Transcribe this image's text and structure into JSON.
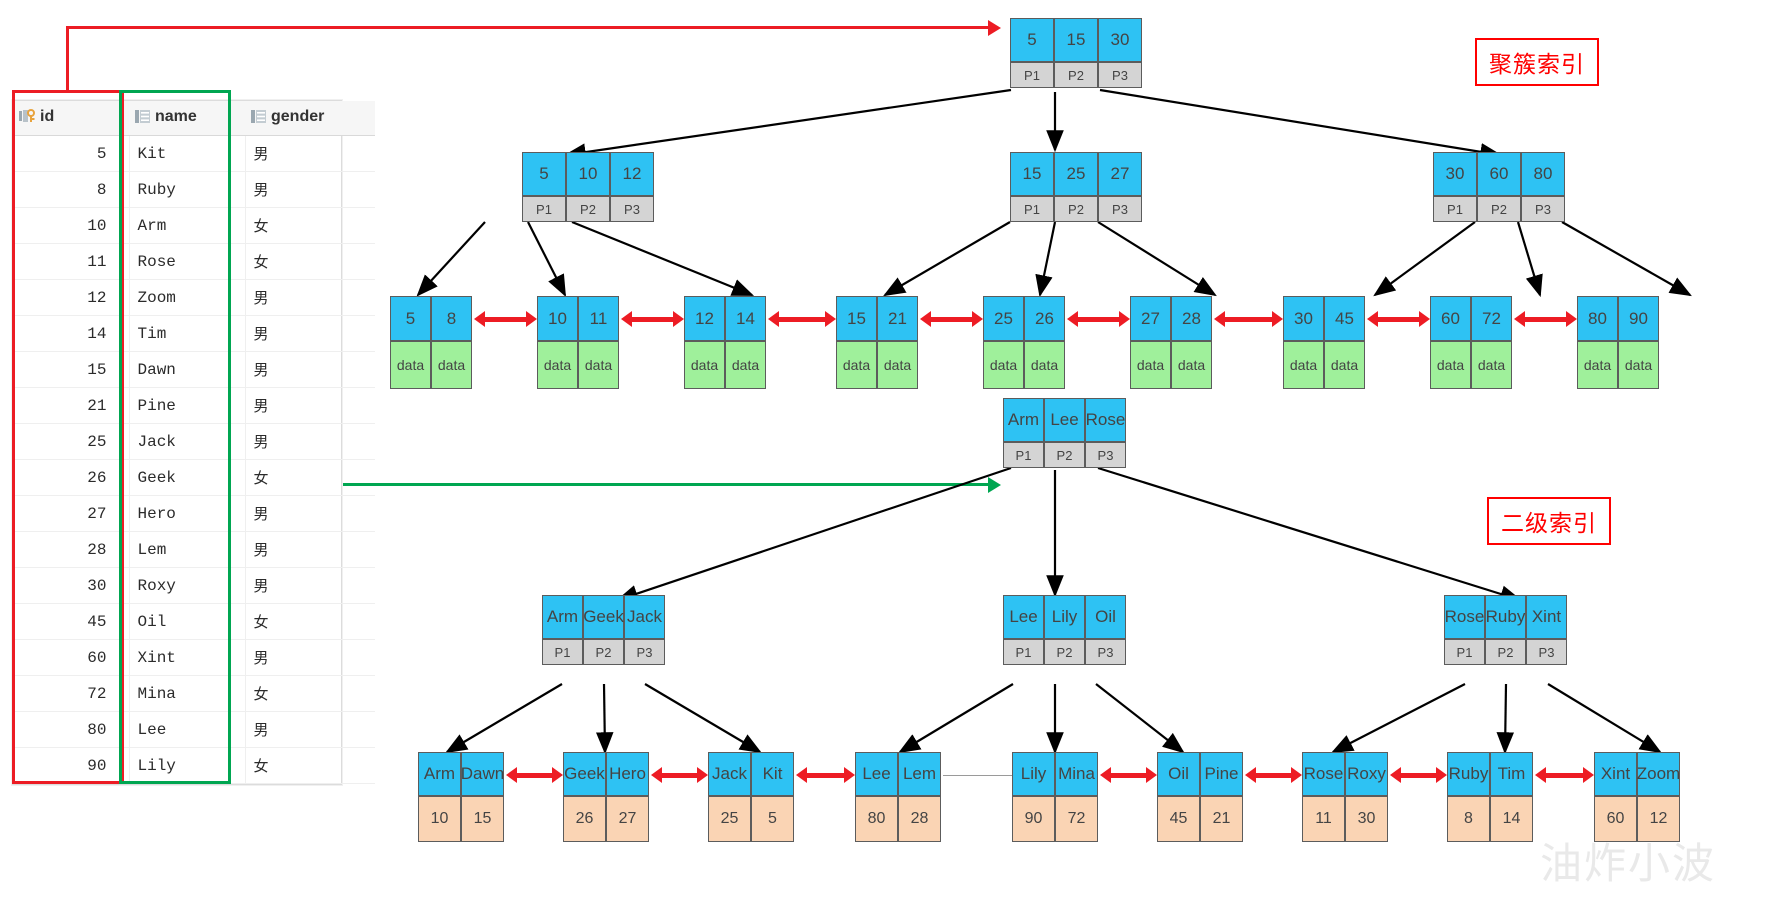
{
  "table": {
    "columns": [
      {
        "key": "id",
        "label": "id",
        "icon": "primary-key-icon"
      },
      {
        "key": "name",
        "label": "name",
        "icon": "column-icon"
      },
      {
        "key": "gender",
        "label": "gender",
        "icon": "column-icon"
      }
    ],
    "rows": [
      {
        "id": "5",
        "name": "Kit",
        "gender": "男"
      },
      {
        "id": "8",
        "name": "Ruby",
        "gender": "男"
      },
      {
        "id": "10",
        "name": "Arm",
        "gender": "女"
      },
      {
        "id": "11",
        "name": "Rose",
        "gender": "女"
      },
      {
        "id": "12",
        "name": "Zoom",
        "gender": "男"
      },
      {
        "id": "14",
        "name": "Tim",
        "gender": "男"
      },
      {
        "id": "15",
        "name": "Dawn",
        "gender": "男"
      },
      {
        "id": "21",
        "name": "Pine",
        "gender": "男"
      },
      {
        "id": "25",
        "name": "Jack",
        "gender": "男"
      },
      {
        "id": "26",
        "name": "Geek",
        "gender": "女"
      },
      {
        "id": "27",
        "name": "Hero",
        "gender": "男"
      },
      {
        "id": "28",
        "name": "Lem",
        "gender": "男"
      },
      {
        "id": "30",
        "name": "Roxy",
        "gender": "男"
      },
      {
        "id": "45",
        "name": "Oil",
        "gender": "女"
      },
      {
        "id": "60",
        "name": "Xint",
        "gender": "男"
      },
      {
        "id": "72",
        "name": "Mina",
        "gender": "女"
      },
      {
        "id": "80",
        "name": "Lee",
        "gender": "男"
      },
      {
        "id": "90",
        "name": "Lily",
        "gender": "女"
      }
    ]
  },
  "labels": {
    "clustered": "聚簇索引",
    "secondary": "二级索引",
    "watermark": "油炸小波"
  },
  "colors": {
    "key_cell": "#2ec2f3",
    "pointer_cell": "#d4d4d4",
    "data_cell": "#9ff09b",
    "pk_cell": "#fad4b4",
    "clustered_highlight": "#ec1c24",
    "secondary_highlight": "#00a651",
    "leaf_link": "#ed1c24"
  },
  "clustered_index": {
    "root": {
      "keys": [
        "5",
        "15",
        "30"
      ],
      "pointers": [
        "P1",
        "P2",
        "P3"
      ]
    },
    "internal": [
      {
        "keys": [
          "5",
          "10",
          "12"
        ],
        "pointers": [
          "P1",
          "P2",
          "P3"
        ]
      },
      {
        "keys": [
          "15",
          "25",
          "27"
        ],
        "pointers": [
          "P1",
          "P2",
          "P3"
        ]
      },
      {
        "keys": [
          "30",
          "60",
          "80"
        ],
        "pointers": [
          "P1",
          "P2",
          "P3"
        ]
      }
    ],
    "leaves": [
      {
        "keys": [
          "5",
          "8"
        ],
        "values": [
          "data",
          "data"
        ]
      },
      {
        "keys": [
          "10",
          "11"
        ],
        "values": [
          "data",
          "data"
        ]
      },
      {
        "keys": [
          "12",
          "14"
        ],
        "values": [
          "data",
          "data"
        ]
      },
      {
        "keys": [
          "15",
          "21"
        ],
        "values": [
          "data",
          "data"
        ]
      },
      {
        "keys": [
          "25",
          "26"
        ],
        "values": [
          "data",
          "data"
        ]
      },
      {
        "keys": [
          "27",
          "28"
        ],
        "values": [
          "data",
          "data"
        ]
      },
      {
        "keys": [
          "30",
          "45"
        ],
        "values": [
          "data",
          "data"
        ]
      },
      {
        "keys": [
          "60",
          "72"
        ],
        "values": [
          "data",
          "data"
        ]
      },
      {
        "keys": [
          "80",
          "90"
        ],
        "values": [
          "data",
          "data"
        ]
      }
    ]
  },
  "secondary_index": {
    "root": {
      "keys": [
        "Arm",
        "Lee",
        "Rose"
      ],
      "pointers": [
        "P1",
        "P2",
        "P3"
      ]
    },
    "internal": [
      {
        "keys": [
          "Arm",
          "Geek",
          "Jack"
        ],
        "pointers": [
          "P1",
          "P2",
          "P3"
        ]
      },
      {
        "keys": [
          "Lee",
          "Lily",
          "Oil"
        ],
        "pointers": [
          "P1",
          "P2",
          "P3"
        ]
      },
      {
        "keys": [
          "Rose",
          "Ruby",
          "Xint"
        ],
        "pointers": [
          "P1",
          "P2",
          "P3"
        ]
      }
    ],
    "leaves": [
      {
        "keys": [
          "Arm",
          "Dawn"
        ],
        "values": [
          "10",
          "15"
        ]
      },
      {
        "keys": [
          "Geek",
          "Hero"
        ],
        "values": [
          "26",
          "27"
        ]
      },
      {
        "keys": [
          "Jack",
          "Kit"
        ],
        "values": [
          "25",
          "5"
        ]
      },
      {
        "keys": [
          "Lee",
          "Lem"
        ],
        "values": [
          "80",
          "28"
        ]
      },
      {
        "keys": [
          "Lily",
          "Mina"
        ],
        "values": [
          "90",
          "72"
        ]
      },
      {
        "keys": [
          "Oil",
          "Pine"
        ],
        "values": [
          "45",
          "21"
        ]
      },
      {
        "keys": [
          "Rose",
          "Roxy"
        ],
        "values": [
          "11",
          "30"
        ]
      },
      {
        "keys": [
          "Ruby",
          "Tim"
        ],
        "values": [
          "8",
          "14"
        ]
      },
      {
        "keys": [
          "Xint",
          "Zoom"
        ],
        "values": [
          "60",
          "12"
        ]
      }
    ]
  }
}
